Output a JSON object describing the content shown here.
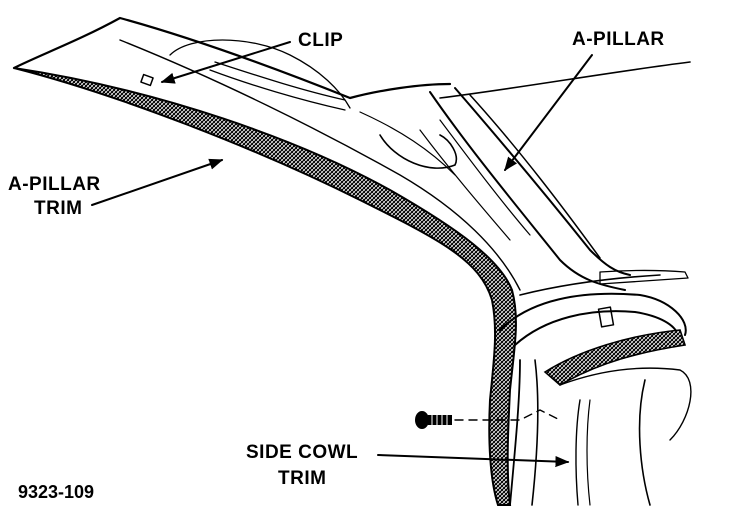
{
  "labels": {
    "clip": "CLIP",
    "a_pillar": "A-PILLAR",
    "a_pillar_trim_line1": "A-PILLAR",
    "a_pillar_trim_line2": "TRIM",
    "side_cowl_trim_line1": "SIDE COWL",
    "side_cowl_trim_line2": "TRIM"
  },
  "figure_number": "9323-109",
  "colors": {
    "ink": "#000000",
    "paper": "#ffffff"
  }
}
